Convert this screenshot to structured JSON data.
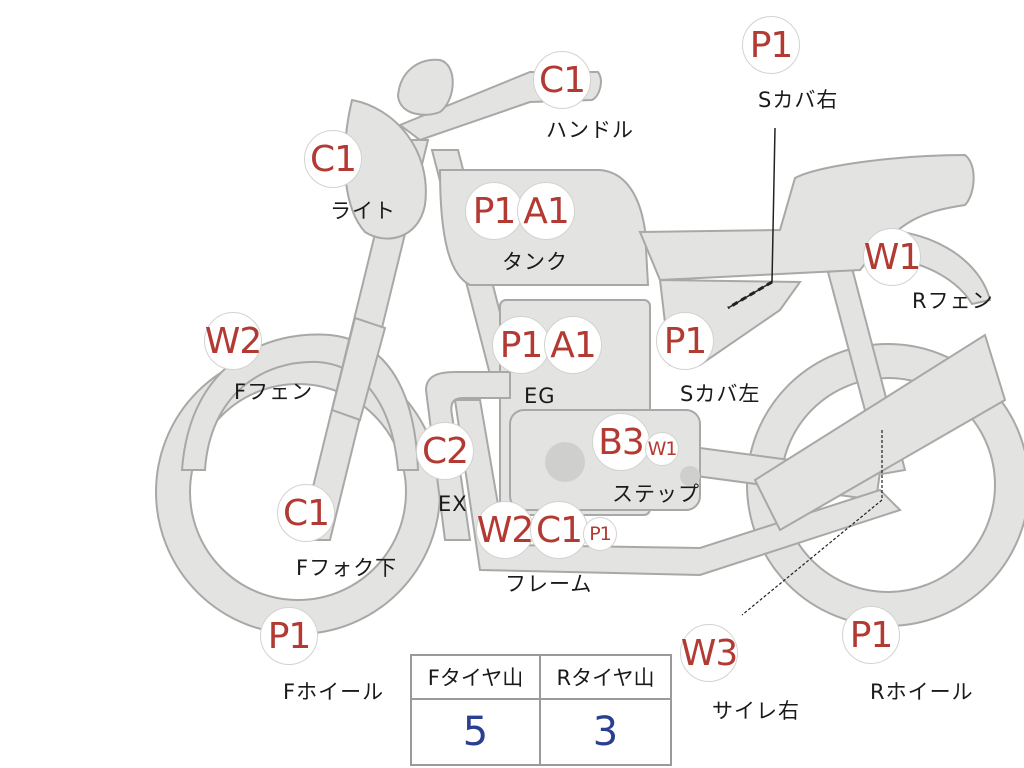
{
  "badges": [
    {
      "id": "handle",
      "text": "C1"
    },
    {
      "id": "light",
      "text": "C1"
    },
    {
      "id": "tank-p",
      "text": "P1"
    },
    {
      "id": "tank-a",
      "text": "A1"
    },
    {
      "id": "scover-right",
      "text": "P1"
    },
    {
      "id": "rfender",
      "text": "W1"
    },
    {
      "id": "ffender",
      "text": "W2"
    },
    {
      "id": "eg-p",
      "text": "P1"
    },
    {
      "id": "eg-a",
      "text": "A1"
    },
    {
      "id": "scover-left",
      "text": "P1"
    },
    {
      "id": "step-b",
      "text": "B3"
    },
    {
      "id": "step-w",
      "text": "W1"
    },
    {
      "id": "ex",
      "text": "C2"
    },
    {
      "id": "ffork",
      "text": "C1"
    },
    {
      "id": "frame-w",
      "text": "W2"
    },
    {
      "id": "frame-c",
      "text": "C1"
    },
    {
      "id": "frame-p",
      "text": "P1"
    },
    {
      "id": "fwheel",
      "text": "P1"
    },
    {
      "id": "muffler-right",
      "text": "W3"
    },
    {
      "id": "rwheel",
      "text": "P1"
    }
  ],
  "labels": {
    "handle": "ハンドル",
    "light": "ライト",
    "tank": "タンク",
    "scover_right": "Sカバ右",
    "rfender": "Rフェン",
    "ffender": "Fフェン",
    "eg": "EG",
    "scover_left": "Sカバ左",
    "step": "ステップ",
    "ex": "EX",
    "ffork": "Fフォク下",
    "frame": "フレーム",
    "fwheel": "Fホイール",
    "muffler_right": "サイレ右",
    "rwheel": "Rホイール"
  },
  "tread_table": {
    "headers": [
      "Fタイヤ山",
      "Rタイヤ山"
    ],
    "values": [
      "5",
      "3"
    ]
  }
}
